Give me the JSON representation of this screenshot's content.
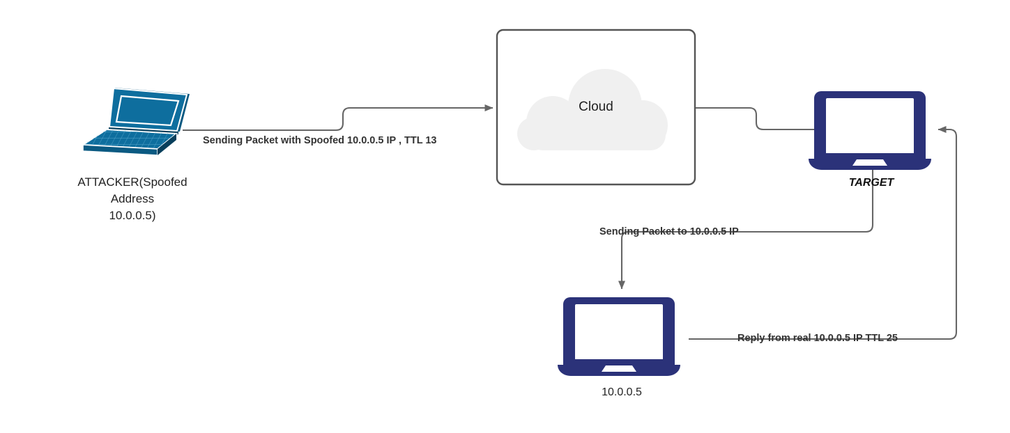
{
  "diagram": {
    "title": "IP Spoofing / TTL Reply Network Diagram",
    "background": "#ffffff",
    "colors": {
      "attacker_laptop": "#0e6e9e",
      "attacker_laptop_dark": "#0b5a82",
      "attacker_laptop_light": "#2e8cbb",
      "device_navy": "#2b3279",
      "cloud_fill": "#f0f0f0",
      "box_border": "#555555",
      "connector": "#666666",
      "label_text": "#333333"
    }
  },
  "nodes": {
    "attacker": {
      "icon": "isometric-laptop-icon",
      "label_line1": "ATTACKER(Spoofed",
      "label_line2": "Address",
      "label_line3": "10.0.0.5)"
    },
    "cloud": {
      "icon": "cloud-icon",
      "label": "Cloud",
      "container": "rounded-rectangle"
    },
    "target": {
      "icon": "laptop-icon",
      "label": "TARGET"
    },
    "real_host": {
      "icon": "laptop-icon",
      "label": "10.0.0.5"
    }
  },
  "connectors": [
    {
      "id": "attacker-to-cloud",
      "label": "Sending Packet with Spoofed 10.0.0.5 IP , TTL 13",
      "from": "attacker",
      "to": "cloud",
      "arrowhead": "end"
    },
    {
      "id": "cloud-to-target",
      "label": "",
      "from": "cloud",
      "to": "target",
      "arrowhead": "none"
    },
    {
      "id": "target-to-real-host",
      "label": "Sending Packet to 10.0.0.5 IP",
      "from": "target",
      "to": "real_host",
      "arrowhead": "end"
    },
    {
      "id": "real-host-to-target",
      "label": "Reply from real 10.0.0.5 IP TTL 25",
      "from": "real_host",
      "to": "target",
      "arrowhead": "end"
    }
  ]
}
